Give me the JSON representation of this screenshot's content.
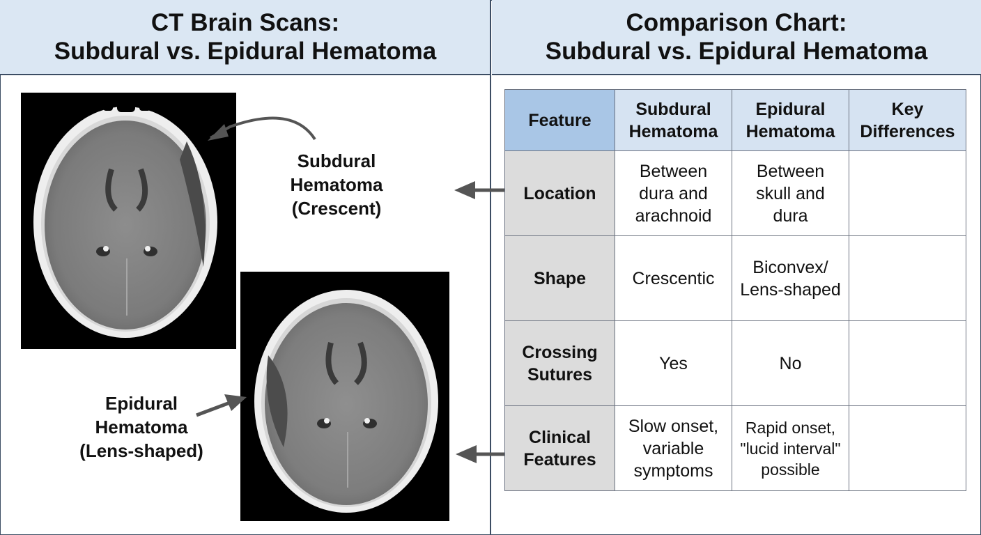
{
  "left_panel": {
    "title_line1": "CT Brain Scans:",
    "title_line2": "Subdural vs. Epidural Hematoma",
    "subdural_label": [
      "Subdural",
      "Hematoma",
      "(Crescent)"
    ],
    "epidural_label": [
      "Epidural",
      "Hematoma",
      "(Lens-shaped)"
    ]
  },
  "right_panel": {
    "title_line1": "Comparison Chart:",
    "title_line2": "Subdural vs. Epidural Hematoma",
    "table": {
      "headers": [
        [
          "Feature"
        ],
        [
          "Subdural",
          "Hematoma"
        ],
        [
          "Epidural",
          "Hematoma"
        ],
        [
          "Key",
          "Differences"
        ]
      ],
      "rows": [
        {
          "feature": [
            "Location"
          ],
          "subdural": [
            "Between",
            "dura and",
            "arachnoid"
          ],
          "epidural": [
            "Between",
            "skull and",
            "dura"
          ],
          "key": []
        },
        {
          "feature": [
            "Shape"
          ],
          "subdural": [
            "Crescentic"
          ],
          "epidural": [
            "Biconvex/",
            "Lens-shaped"
          ],
          "key": []
        },
        {
          "feature": [
            "Crossing",
            "Sutures"
          ],
          "subdural": [
            "Yes"
          ],
          "epidural": [
            "No"
          ],
          "key": []
        },
        {
          "feature": [
            "Clinical",
            "Features"
          ],
          "subdural": [
            "Slow onset,",
            "variable",
            "symptoms"
          ],
          "epidural": [
            "Rapid onset,",
            "\"lucid interval\"",
            "possible"
          ],
          "key": []
        }
      ]
    }
  },
  "colors": {
    "header_bg": "#dbe7f3",
    "table_header_bg": "#d6e3f2",
    "feature_header_bg": "#a9c6e6",
    "row_header_bg": "#dcdcdc",
    "border": "#3c4d63",
    "arrow": "#555555"
  }
}
